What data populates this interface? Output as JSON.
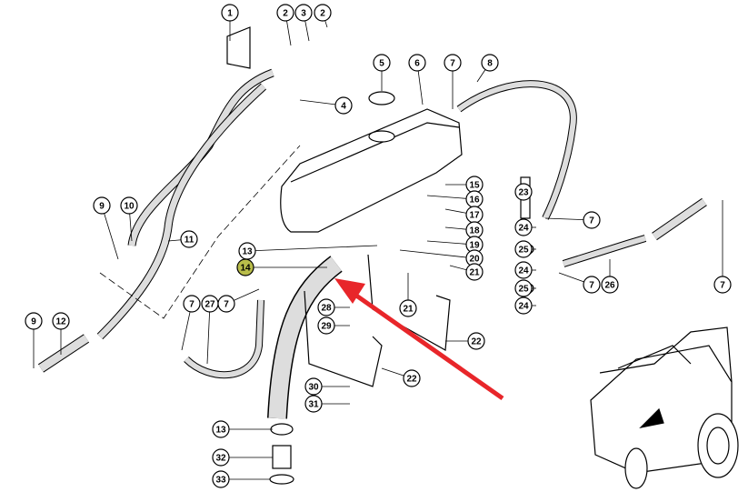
{
  "diagram": {
    "callouts": [
      "1",
      "2",
      "3",
      "2",
      "4",
      "5",
      "6",
      "7",
      "8",
      "9",
      "10",
      "11",
      "13",
      "14",
      "15",
      "16",
      "17",
      "18",
      "19",
      "20",
      "21",
      "23",
      "24",
      "25",
      "7",
      "24",
      "25",
      "24",
      "7",
      "26",
      "7",
      "21",
      "7",
      "27",
      "7",
      "9",
      "12",
      "28",
      "29",
      "22",
      "22",
      "30",
      "31",
      "13",
      "32",
      "33"
    ],
    "highlighted_callout": "14",
    "colors": {
      "highlight": "#b9bd4a",
      "arrow": "#e8262a",
      "line": "#000000",
      "hose_fill": "#d9d9d9"
    }
  }
}
